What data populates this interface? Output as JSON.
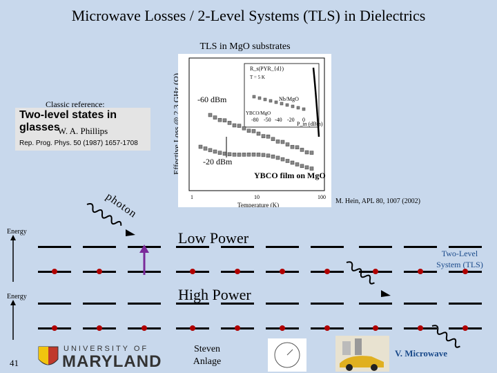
{
  "slide": {
    "title": "Microwave Losses / 2-Level Systems (TLS) in Dielectrics",
    "subtitle": "TLS in MgO substrates",
    "classic_label": "Classic reference:",
    "book_title": "Two-level states in glasses",
    "book_author": "W. A. Phillips",
    "book_ref": "Rep. Prog. Phys. 50 (1987) 1657-1708",
    "plot_ylabel": "Effective Loss @ 2.3 GHz (Ω)",
    "plot_xlabel": "Temperature (K)",
    "annot_minus60": "-60 dBm",
    "annot_minus20": "-20 dBm",
    "annot_ybco": "YBCO film on MgO",
    "annot_rs": "R_s(PYR_{d})",
    "annot_t": "T = 5 K",
    "annot_nb": "Nb/MgO",
    "annot_ybco_small": "YBCO/MgO",
    "annot_pin": "P_in (dBm)",
    "inset_ticks": [
      "-80",
      "-50",
      "-40",
      "-20",
      "0"
    ],
    "x_ticks": [
      "1",
      "10",
      "100"
    ],
    "citation": "M. Hein, APL 80, 1007 (2002)",
    "citation_vol": "80",
    "photon_label": "photon",
    "energy_label_1": "Energy",
    "energy_label_2": "Energy",
    "low_power": "Low Power",
    "high_power": "High Power",
    "tls_label_1": "Two-Level",
    "tls_label_2": "System (TLS)",
    "page_number": "41",
    "univ_small": "UNIVERSITY OF",
    "univ_big": "MARYLAND",
    "author_1": "Steven",
    "author_2": "Anlage",
    "footer_right": "V. Microwave"
  },
  "colors": {
    "background": "#c8d8ec",
    "dot": "#b00000",
    "arrow": "#7a2a9a",
    "tls_text": "#1a4a8a"
  }
}
